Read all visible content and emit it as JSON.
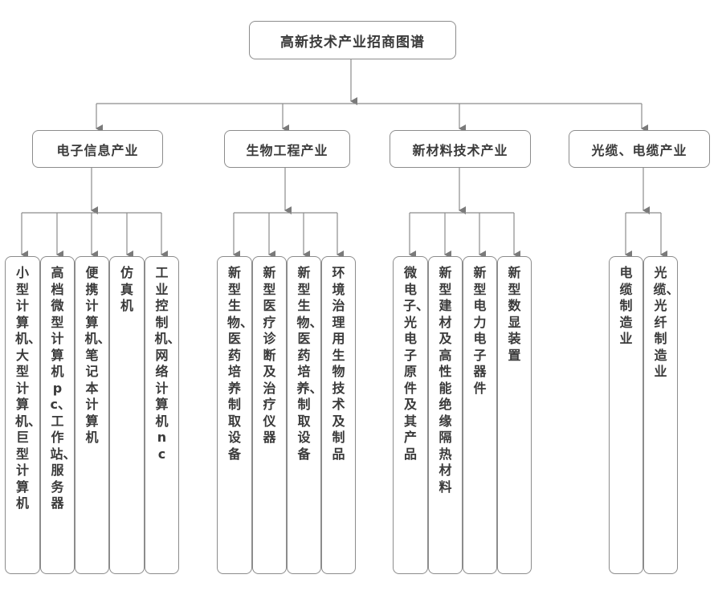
{
  "root": "高新技术产业招商图谱",
  "categories": [
    {
      "label": "电子信息产业",
      "items": [
        "小型计算机、大型计算机、巨型计算机",
        "高档微型计算机pc、工作站、服务器",
        "便携计算机、笔记本计算机",
        "仿真机",
        "工业控制机、网络计算机nc"
      ]
    },
    {
      "label": "生物工程产业",
      "items": [
        "新型生物、医药培养制取设备",
        "新型医疗诊断及治疗仪器",
        "新型生物、医药培养、制取设备",
        "环境治理用生物技术及制品"
      ]
    },
    {
      "label": "新材料技术产业",
      "items": [
        "微电子、光电子原件及其产品",
        "新型建材及高性能绝缘隔热材料",
        "新型电力电子器件",
        "新型数显装置"
      ]
    },
    {
      "label": "光缆、电缆产业",
      "items": [
        "电缆制造业",
        "光缆、光纤制造业"
      ]
    }
  ],
  "colors": {
    "line": "#8c8c8c",
    "text": "#3a3a3a",
    "border": "#8c8c8c"
  }
}
